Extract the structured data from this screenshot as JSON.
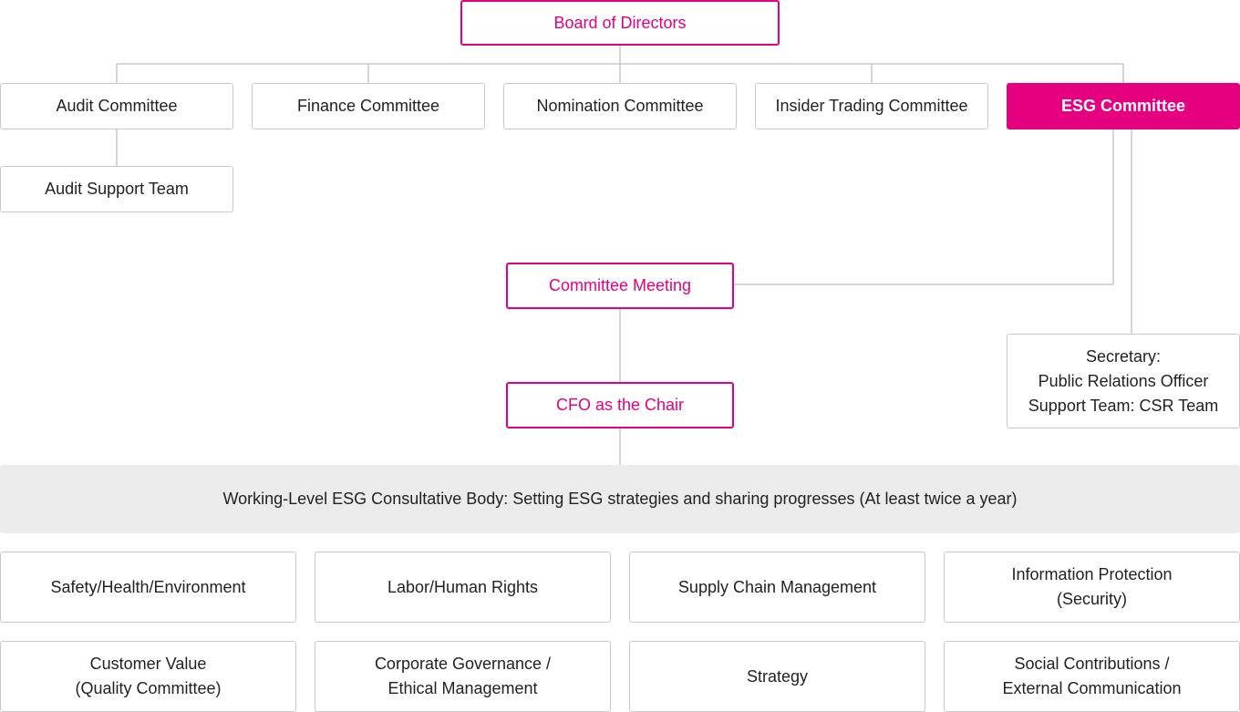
{
  "board": "Board of Directors",
  "committees": [
    "Audit Committee",
    "Finance Committee",
    "Nomination Committee",
    "Insider Trading Committee",
    "ESG Committee"
  ],
  "audit_support": "Audit Support Team",
  "committee_meeting": "Committee Meeting",
  "secretary": "Secretary:\nPublic Relations Officer\nSupport Team: CSR Team",
  "chair": "CFO as the Chair",
  "working_body": "Working-Level ESG Consultative Body: Setting ESG strategies and sharing progresses (At least twice a year)",
  "areas": [
    "Safety/Health/Environment",
    "Labor/Human Rights",
    "Supply Chain Management",
    "Information Protection\n(Security)",
    "Customer Value\n(Quality Committee)",
    "Corporate Governance /\nEthical Management",
    "Strategy",
    "Social Contributions /\nExternal Communication"
  ],
  "colors": {
    "accent": "#e4007f",
    "line": "#c9c9c9",
    "band": "#ebebeb"
  }
}
